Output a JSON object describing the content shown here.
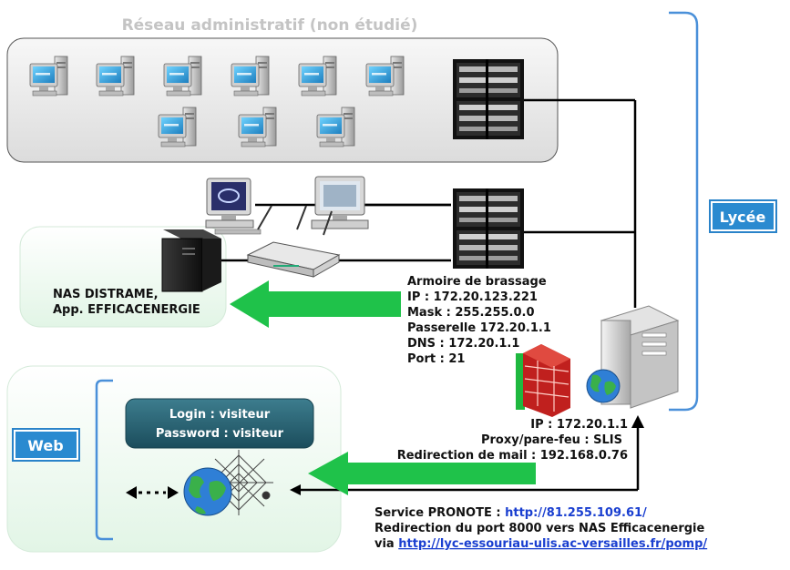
{
  "zones": {
    "admin_title": "Réseau administratif (non étudié)",
    "lycee_label": "Lycée",
    "web_label": "Web"
  },
  "nas_label": {
    "line1": "NAS DISTRAME,",
    "line2": "App. EFFICACENERGIE"
  },
  "armoire": {
    "title": "Armoire de brassage",
    "ip": "IP : 172.20.123.221",
    "mask": "Mask : 255.255.0.0",
    "gateway": "Passerelle 172.20.1.1",
    "dns": "DNS : 172.20.1.1",
    "port": "Port : 21"
  },
  "proxy": {
    "ip": "IP : 172.20.1.1",
    "name": "Proxy/pare-feu : SLIS",
    "mail": "Redirection de mail : 192.168.0.76"
  },
  "login_box": {
    "login": "Login : visiteur",
    "password": "Password : visiteur"
  },
  "pronote": {
    "label": "Service PRONOTE : ",
    "url": "http://81.255.109.61/",
    "redirect": "Redirection du port 8000 vers NAS Efficacenergie",
    "via": "via ",
    "via_url": "http://lyc-essouriau-ulis.ac-versailles.fr/pomp/"
  },
  "colors": {
    "arrow_green": "#1fc24a",
    "zone_blue": "#1f6fb4",
    "link_blue": "#1a3fd0"
  }
}
